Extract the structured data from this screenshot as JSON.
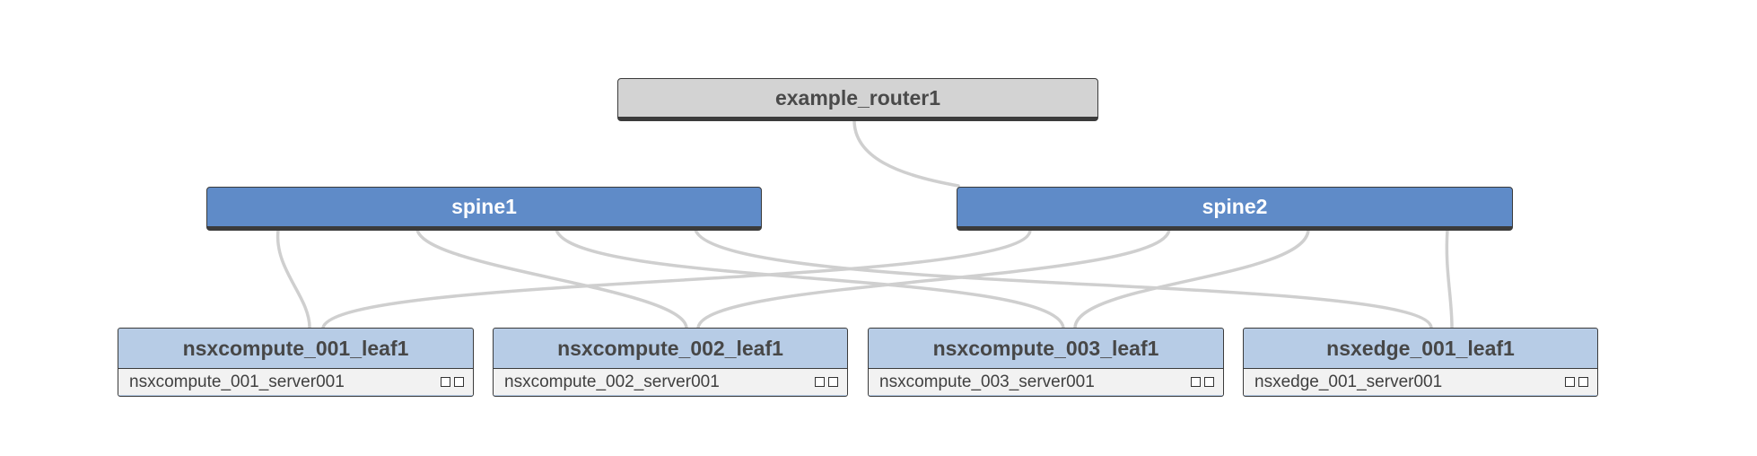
{
  "router": {
    "label": "example_router1"
  },
  "spines": [
    {
      "label": "spine1"
    },
    {
      "label": "spine2"
    }
  ],
  "leaves": [
    {
      "label": "nsxcompute_001_leaf1",
      "server": "nsxcompute_001_server001"
    },
    {
      "label": "nsxcompute_002_leaf1",
      "server": "nsxcompute_002_server001"
    },
    {
      "label": "nsxcompute_003_leaf1",
      "server": "nsxcompute_003_server001"
    },
    {
      "label": "nsxedge_001_leaf1",
      "server": "nsxedge_001_server001"
    }
  ],
  "links": [
    {
      "from": "example_router1",
      "to": "spine2"
    },
    {
      "from": "spine1",
      "to": "nsxcompute_001_leaf1"
    },
    {
      "from": "spine1",
      "to": "nsxcompute_002_leaf1"
    },
    {
      "from": "spine1",
      "to": "nsxcompute_003_leaf1"
    },
    {
      "from": "spine1",
      "to": "nsxedge_001_leaf1"
    },
    {
      "from": "spine2",
      "to": "nsxcompute_001_leaf1"
    },
    {
      "from": "spine2",
      "to": "nsxcompute_002_leaf1"
    },
    {
      "from": "spine2",
      "to": "nsxcompute_003_leaf1"
    },
    {
      "from": "spine2",
      "to": "nsxedge_001_leaf1"
    }
  ],
  "colors": {
    "router_fill": "#d3d3d3",
    "spine_fill": "#5f8bc8",
    "leaf_fill": "#b7cce6",
    "server_row_fill": "#f2f2f2",
    "link_stroke": "#cfcfcf"
  },
  "icons": {
    "server_ports": "two-square-port-icons"
  }
}
